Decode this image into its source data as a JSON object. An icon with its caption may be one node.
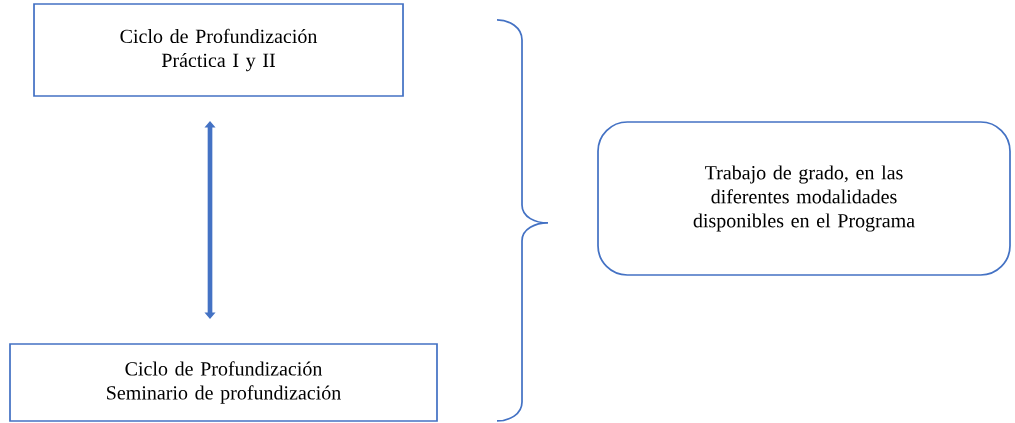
{
  "diagram": {
    "nodes": [
      {
        "text": [
          "Ciclo de Profundización",
          "Práctica I y II"
        ]
      },
      {
        "text": [
          "Ciclo de Profundización",
          "Seminario de profundización"
        ]
      },
      {
        "text": [
          "Trabajo de grado, en las diferentes modalidades disponibles en el Programa"
        ]
      }
    ],
    "edges": [
      {
        "from": 0,
        "to": 1,
        "arrow": "both"
      }
    ]
  }
}
